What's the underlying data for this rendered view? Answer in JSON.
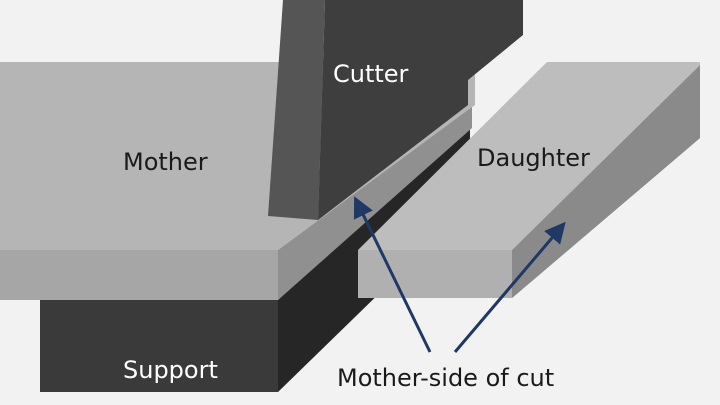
{
  "labels": {
    "cutter": "Cutter",
    "mother": "Mother",
    "daughter": "Daughter",
    "support": "Support",
    "callout": "Mother-side of cut"
  },
  "colors": {
    "background": "#f2f2f2",
    "mother_top": "#b5b5b5",
    "mother_front": "#a6a6a6",
    "bevel": "#909090",
    "daughter_top": "#bdbdbd",
    "daughter_side": "#8a8a8a",
    "cutter_front": "#3e3e3e",
    "cutter_side": "#555555",
    "support_front": "#3a3a3a",
    "support_side": "#262626",
    "arrow": "#1f3864"
  }
}
